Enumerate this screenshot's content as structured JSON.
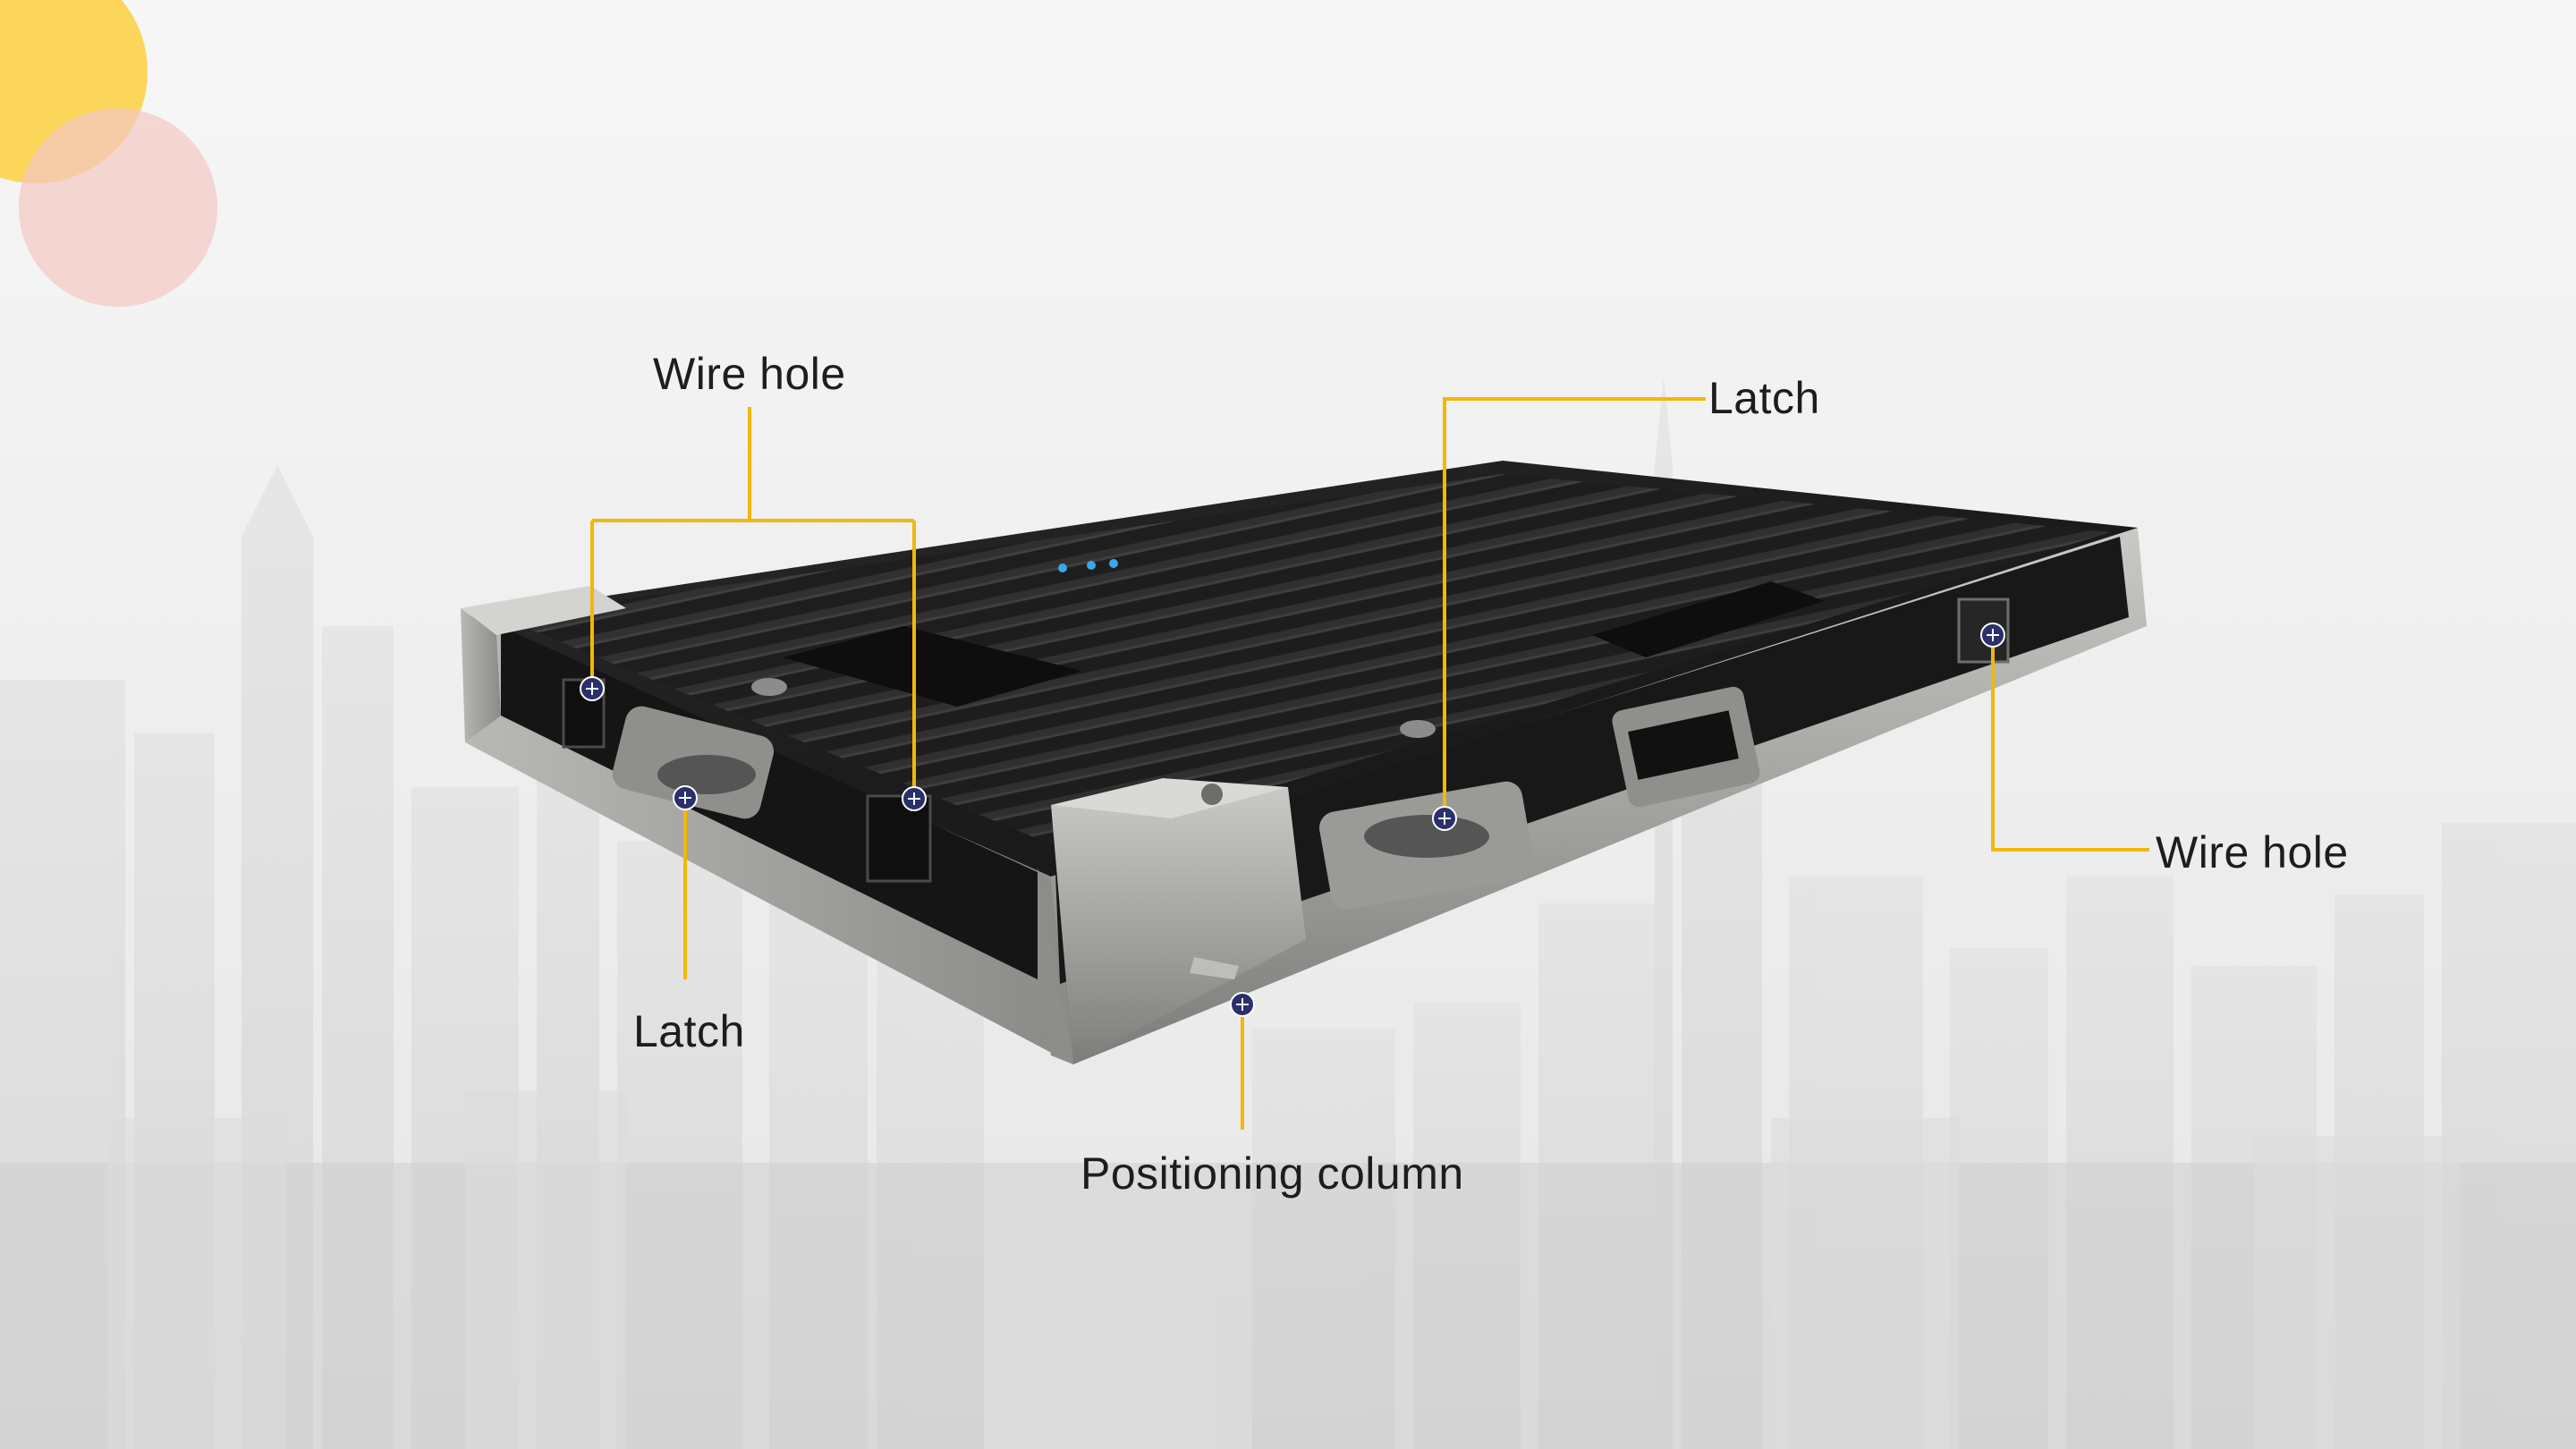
{
  "theme": {
    "accent_line": "#f2b807",
    "marker_fill": "#2b2f6b",
    "circle_yellow": "#fcd14d",
    "circle_pink": "#f4c9c3",
    "panel_dark": "#1b1b1b",
    "frame_metal": "#a9a9a6"
  },
  "callouts": {
    "wire_hole_left": "Wire hole",
    "latch_top": "Latch",
    "wire_hole_right": "Wire hole",
    "latch_left": "Latch",
    "positioning_column": "Positioning column"
  }
}
